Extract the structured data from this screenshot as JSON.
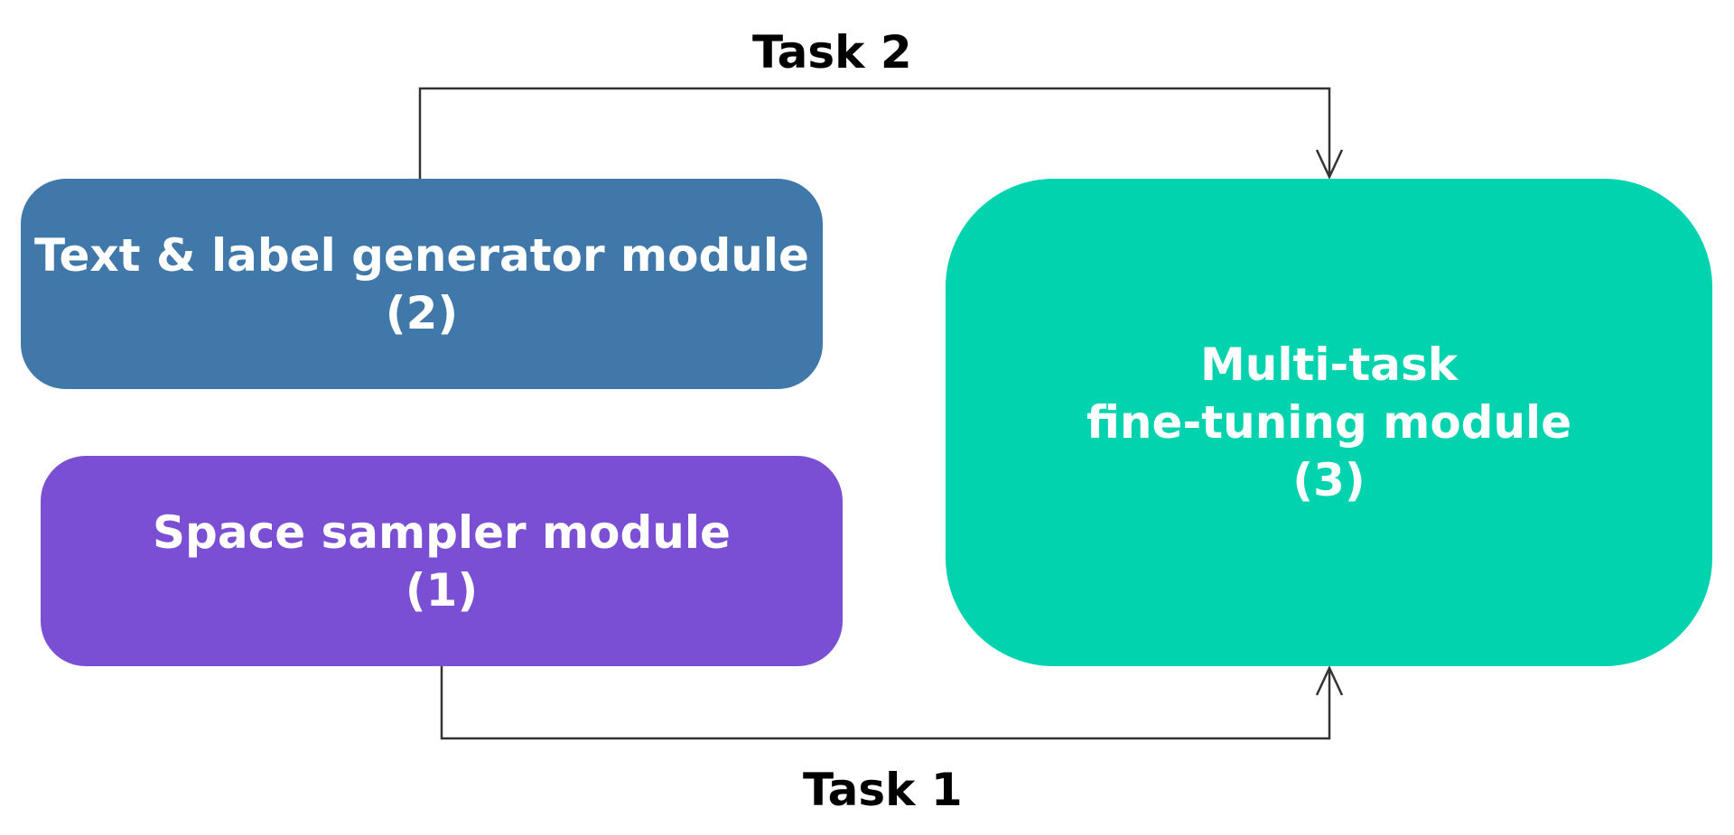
{
  "colors": {
    "text_label_box": "#3f78a9",
    "space_sampler_box": "#7a4fd3",
    "multitask_box": "#00d3ad",
    "connector": "#333333"
  },
  "modules": {
    "text_label": {
      "line1": "Text & label generator module",
      "line2": "(2)"
    },
    "space_sampler": {
      "line1": "Space sampler module",
      "line2": "(1)"
    },
    "multitask": {
      "line1": "Multi-task",
      "line2": "fine-tuning module",
      "line3": "(3)"
    }
  },
  "edges": {
    "task2": "Task 2",
    "task1": "Task 1"
  }
}
